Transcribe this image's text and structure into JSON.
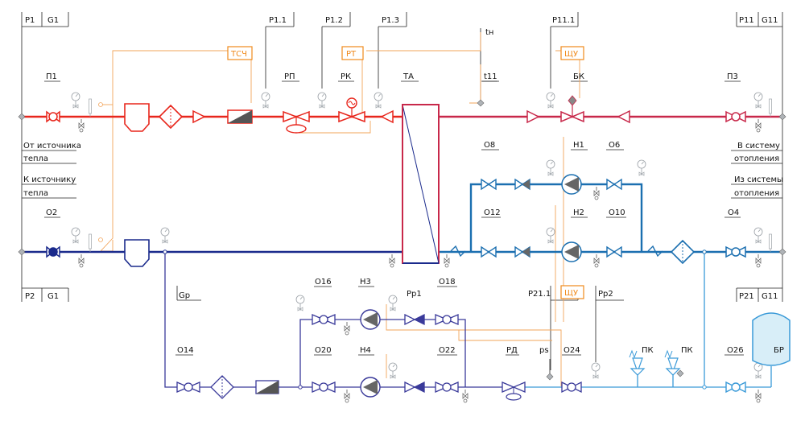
{
  "title_blocks": {
    "tl": [
      "P1",
      "G1"
    ],
    "bl": [
      "P2",
      "G1"
    ],
    "tr": [
      "P11",
      "G11"
    ],
    "br": [
      "P21",
      "G11"
    ]
  },
  "texts": {
    "from_source_1": "От источника",
    "from_source_2": "тепла",
    "to_source_1": "К источнику",
    "to_source_2": "тепла",
    "to_system_1": "В систему",
    "to_system_2": "отопления",
    "from_system_1": "Из системы",
    "from_system_2": "отопления"
  },
  "tags": {
    "p11": "P1.1",
    "p12": "P1.2",
    "p13": "P1.3",
    "p111": "P11.1",
    "p211": "P21.1",
    "tn": "tн",
    "t11": "t11",
    "p1": "П1",
    "p3": "П3",
    "rp": "РП",
    "rk": "РК",
    "ta": "ТА",
    "bk": "БК",
    "o2": "О2",
    "o4": "О4",
    "o6": "О6",
    "o8": "О8",
    "o10": "О10",
    "o12": "О12",
    "h1": "Н1",
    "h2": "Н2",
    "h3": "Н3",
    "h4": "Н4",
    "o14": "О14",
    "o16": "О16",
    "o18": "О18",
    "o20": "О20",
    "o22": "О22",
    "o24": "О24",
    "o26": "О26",
    "pp1": "Рр1",
    "pp2": "Рр2",
    "rd": "РД",
    "ps": "ps",
    "pk1": "ПК",
    "pk2": "ПК",
    "br": "БР",
    "gp": "Gp"
  },
  "orange_tags": {
    "tsch": "ТСЧ",
    "rt": "РТ",
    "schu1": "ЩУ",
    "schu2": "ЩУ"
  },
  "colors": {
    "supply_primary": "#e8261c",
    "supply_secondary": "#c8284a",
    "return_primary": "#1a2a8c",
    "secondary_loop": "#1b6fb0",
    "makeup": "#3a9ad8",
    "control_lines": "#f2a45a",
    "tag_orange": "#f08a1c"
  }
}
